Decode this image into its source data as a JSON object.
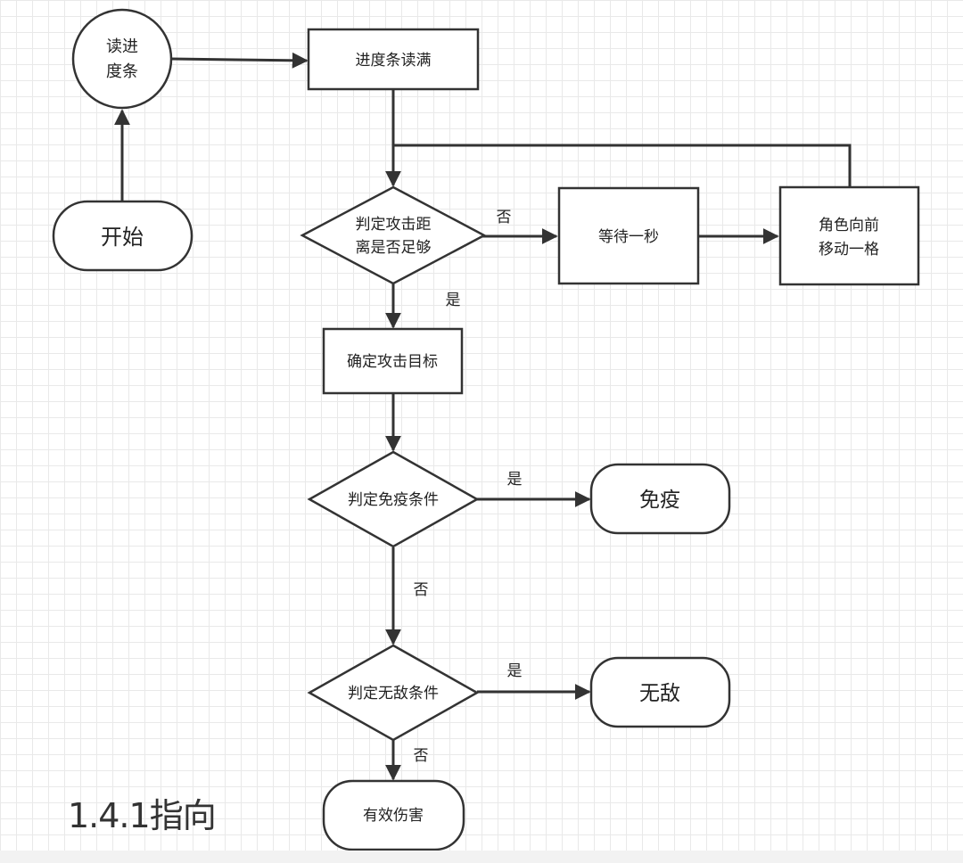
{
  "diagram": {
    "nodes": {
      "start": "开始",
      "load_bar": [
        "读进",
        "度条"
      ],
      "bar_full": "进度条读满",
      "check_range": [
        "判定攻击距",
        "离是否足够"
      ],
      "wait": "等待一秒",
      "move": [
        "角色向前",
        "移动一格"
      ],
      "pick_target": "确定攻击目标",
      "check_immune": "判定免疫条件",
      "immune": "免疫",
      "check_invincible": "判定无敌条件",
      "invincible": "无敌",
      "damage": "有效伤害"
    },
    "edge_labels": {
      "range_no": "否",
      "range_yes": "是",
      "immune_yes": "是",
      "immune_no": "否",
      "invincible_yes": "是",
      "invincible_no": "否"
    }
  },
  "caption": "1.4.1指向",
  "colors": {
    "stroke": "#333333",
    "grid": "#e9e9e9",
    "fill": "#ffffff"
  }
}
